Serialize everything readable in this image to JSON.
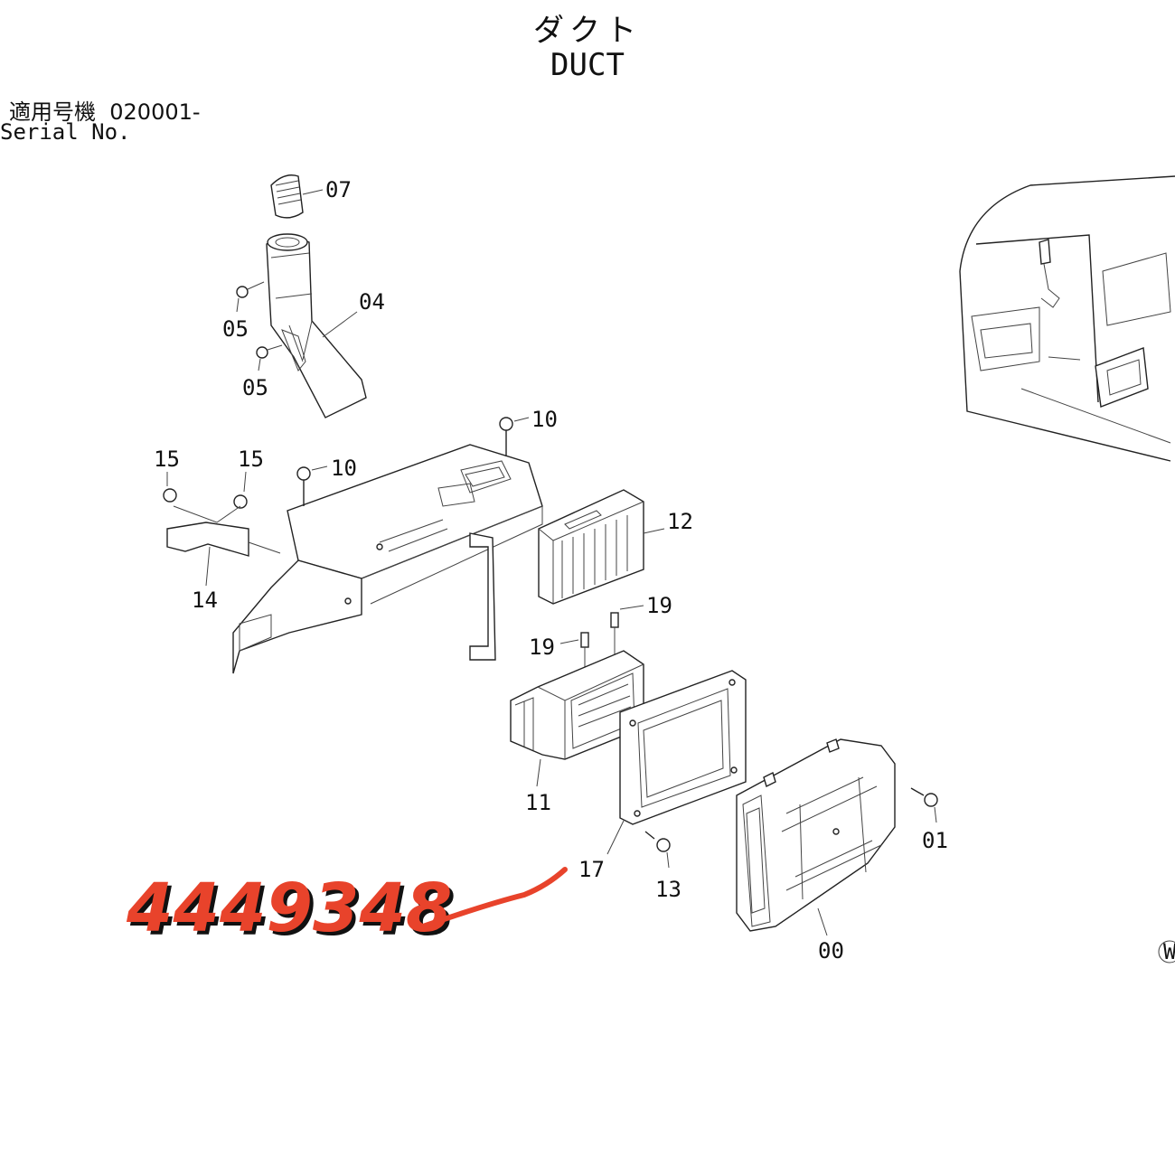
{
  "header": {
    "title_jp": "ダクト",
    "title_en": "DUCT",
    "serial_jp": "適用号機  020001-",
    "serial_en": "Serial No."
  },
  "callouts": {
    "c07": "07",
    "c04": "04",
    "c05a": "05",
    "c05b": "05",
    "c10a": "10",
    "c10b": "10",
    "c15a": "15",
    "c15b": "15",
    "c12": "12",
    "c14": "14",
    "c19a": "19",
    "c19b": "19",
    "c11": "11",
    "c17": "17",
    "c13": "13",
    "c01": "01",
    "c00": "00"
  },
  "part_number": "4449348",
  "corner_mark": "W",
  "colors": {
    "part_number": "#e8432b",
    "line": "#222222",
    "background": "#ffffff"
  }
}
